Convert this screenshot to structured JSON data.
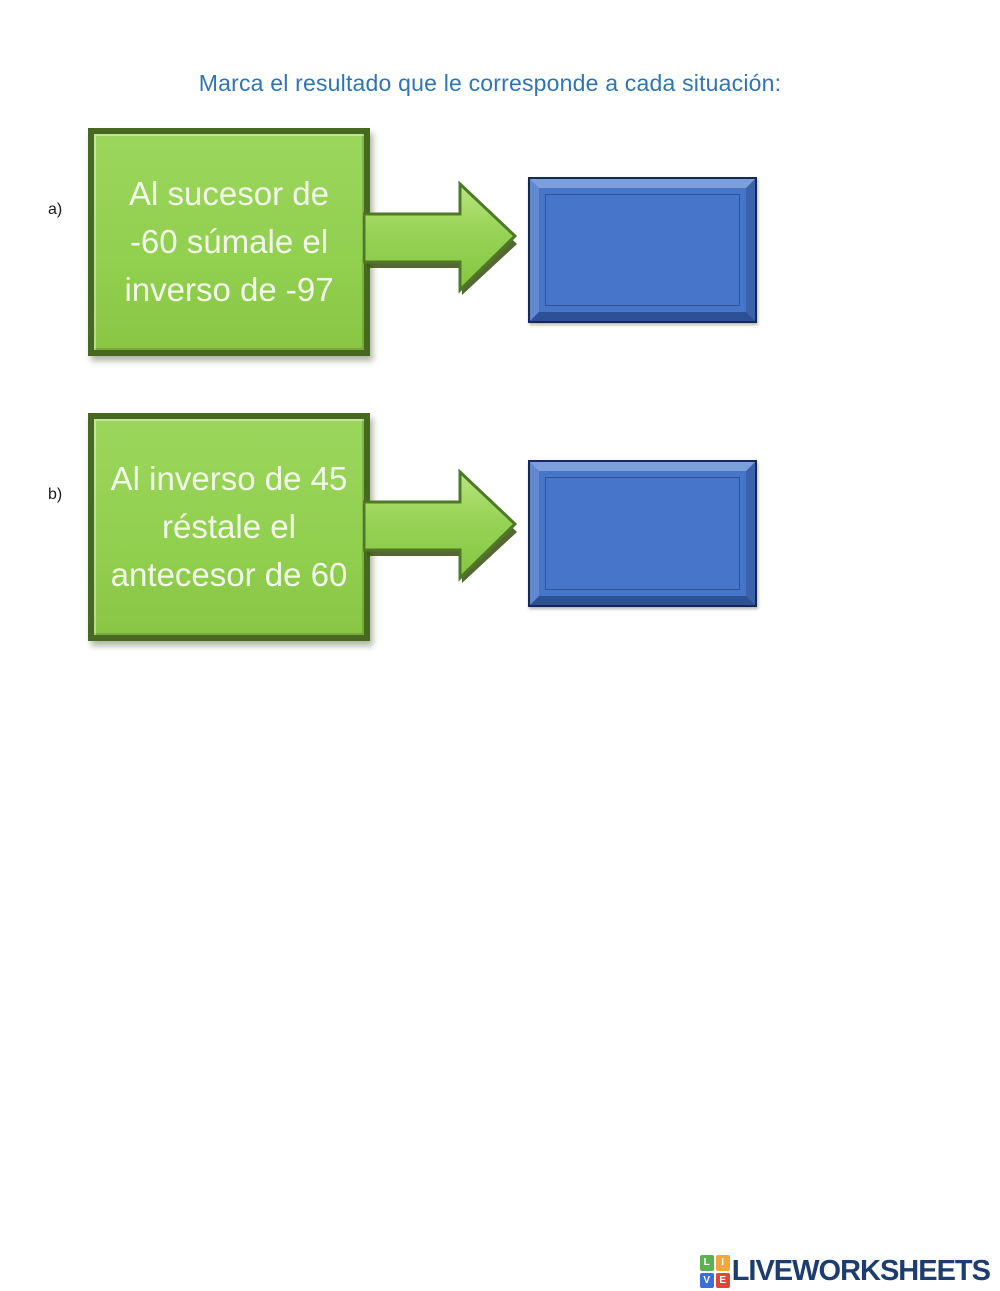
{
  "title": "Marca el resultado que le corresponde a cada situación:",
  "exercises": [
    {
      "label": "a)",
      "prompt": "Al sucesor de -60 súmale el inverso de -97",
      "answer": ""
    },
    {
      "label": "b)",
      "prompt": "Al inverso de 45 réstale el antecesor de 60",
      "answer": ""
    }
  ],
  "footer": {
    "brand": "LIVEWORKSHEETS",
    "icon_letters": [
      "L",
      "I",
      "V",
      "E"
    ]
  },
  "colors": {
    "title_blue": "#2E75B6",
    "prompt_box_fill": "#92D050",
    "prompt_box_border": "#47691F",
    "arrow_green": "#92D050",
    "arrow_outline": "#4E7A26",
    "answer_box_fill": "#4472C4",
    "answer_box_outline": "#16294F",
    "brand_navy": "#1D3D6E",
    "brand_icon_green": "#5CB253",
    "brand_icon_orange": "#F2A73B",
    "brand_icon_blue": "#3D6FD6",
    "brand_icon_red": "#E2453C"
  }
}
